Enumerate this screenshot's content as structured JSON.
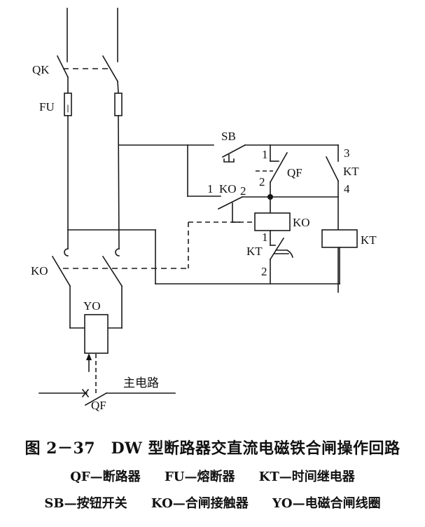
{
  "diagram": {
    "labels": {
      "qk": "QK",
      "fu": "FU",
      "sb": "SB",
      "ko_contact": "KO",
      "ko_contact_num1": "1",
      "ko_contact_num2": "2",
      "qf_aux": "QF",
      "qf_num1": "1",
      "qf_num2": "2",
      "kt_contact": "KT",
      "kt_num3": "3",
      "kt_num4": "4",
      "ko_coil": "KO",
      "kt_coil": "KT",
      "kt_delay": "KT",
      "kt_delay_num1": "1",
      "kt_delay_num2": "2",
      "ko_main": "KO",
      "yo": "YO",
      "main_circuit": "主电路",
      "qf_main": "QF"
    }
  },
  "caption": {
    "title": "图 2－37　DW 型断路器交直流电磁铁合闸操作回路",
    "legend_line1": [
      "QF—断路器",
      "FU—熔断器",
      "KT—时间继电器"
    ],
    "legend_line2": [
      "SB—按钮开关",
      "KO—合闸接触器",
      "YO—电磁合闸线圈"
    ]
  }
}
